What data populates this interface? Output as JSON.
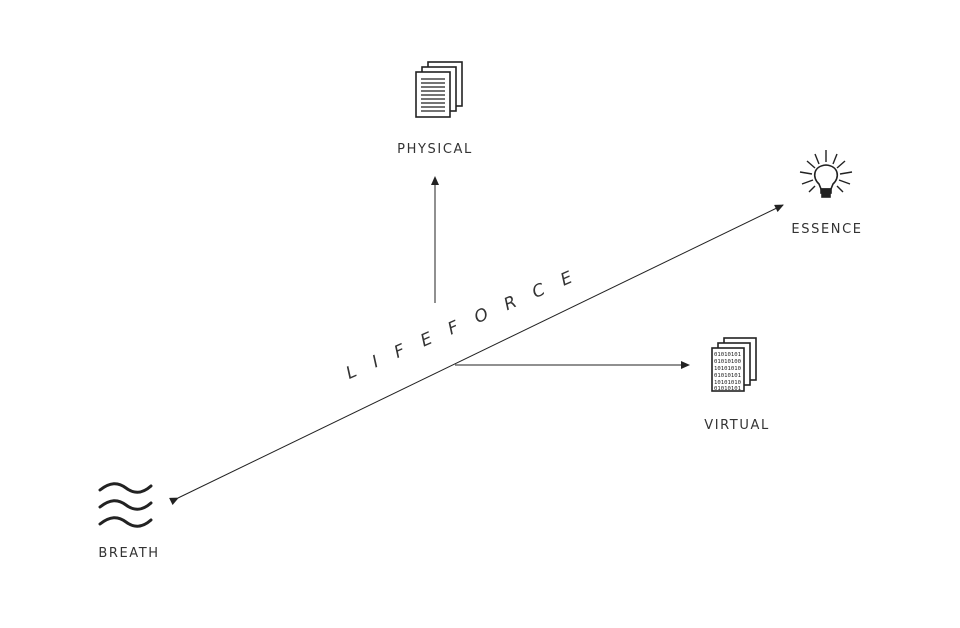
{
  "diagram": {
    "center_label": "LIFEFORCE",
    "nodes": {
      "physical": {
        "label": "PHYSICAL",
        "icon": "documents-icon"
      },
      "essence": {
        "label": "ESSENCE",
        "icon": "lightbulb-icon"
      },
      "virtual": {
        "label": "VIRTUAL",
        "icon": "binary-documents-icon"
      },
      "breath": {
        "label": "BREATH",
        "icon": "waves-icon"
      }
    },
    "binary_lines": [
      "01010101",
      "01010100",
      "10101010",
      "01010101",
      "10101010",
      "01010101"
    ],
    "colors": {
      "background": "#ffffff",
      "ink": "#222222"
    }
  }
}
